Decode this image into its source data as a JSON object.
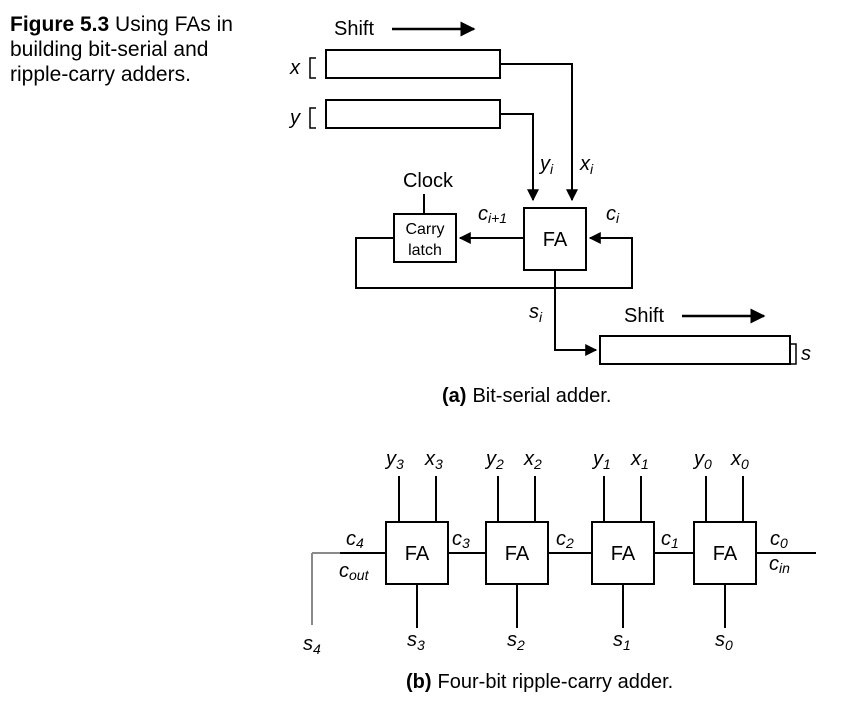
{
  "caption": {
    "figure": "Figure 5.3",
    "text": "Using FAs in building bit-serial and ripple-carry adders."
  },
  "part_a": {
    "shift_top": "Shift",
    "x": "x",
    "y": "y",
    "yi": "y",
    "yi_sub": "i",
    "xi": "x",
    "xi_sub": "i",
    "clock": "Clock",
    "carry_latch_line1": "Carry",
    "carry_latch_line2": "latch",
    "fa": "FA",
    "ci1": "c",
    "ci1_sub": "i+1",
    "ci": "c",
    "ci_sub": "i",
    "si": "s",
    "si_sub": "i",
    "shift_bottom": "Shift",
    "s": "s",
    "caption_bold": "(a)",
    "caption_text": "Bit-serial adder."
  },
  "part_b": {
    "fa": "FA",
    "inputs": [
      {
        "y": "y",
        "y_sub": "3",
        "x": "x",
        "x_sub": "3"
      },
      {
        "y": "y",
        "y_sub": "2",
        "x": "x",
        "x_sub": "2"
      },
      {
        "y": "y",
        "y_sub": "1",
        "x": "x",
        "x_sub": "1"
      },
      {
        "y": "y",
        "y_sub": "0",
        "x": "x",
        "x_sub": "0"
      }
    ],
    "carries": [
      {
        "c": "c",
        "sub": "4"
      },
      {
        "c": "c",
        "sub": "3"
      },
      {
        "c": "c",
        "sub": "2"
      },
      {
        "c": "c",
        "sub": "1"
      },
      {
        "c": "c",
        "sub": "0"
      }
    ],
    "cout": "c",
    "cout_sub": "out",
    "cin": "c",
    "cin_sub": "in",
    "sums": [
      {
        "s": "s",
        "sub": "3"
      },
      {
        "s": "s",
        "sub": "2"
      },
      {
        "s": "s",
        "sub": "1"
      },
      {
        "s": "s",
        "sub": "0"
      }
    ],
    "s4": "s",
    "s4_sub": "4",
    "caption_bold": "(b)",
    "caption_text": "Four-bit ripple-carry adder."
  },
  "colors": {
    "line": "#000000",
    "gray_line": "#8a8a8a"
  }
}
